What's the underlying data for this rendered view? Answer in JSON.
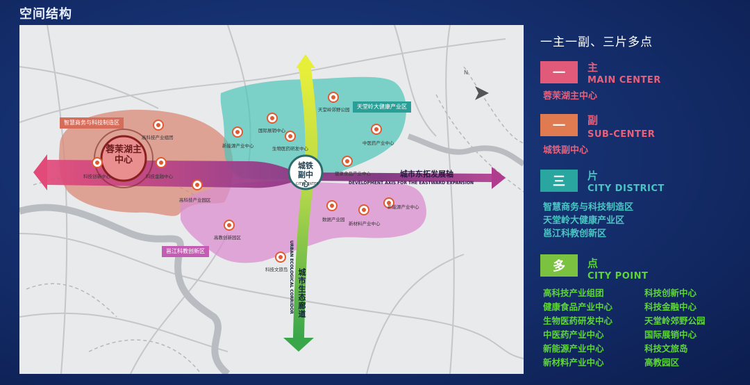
{
  "page": {
    "title": "空间结构"
  },
  "colors": {
    "main": "#e15a7a",
    "sub": "#e07a50",
    "district": "#2aa6a0",
    "point": "#7cc241",
    "point_text": "#5ed43a",
    "center_text": "#e8607a",
    "district_text": "#4bc4c4"
  },
  "legend": {
    "heading": "一主一副、三片多点",
    "main": {
      "box": "一",
      "cn": "主",
      "en": "MAIN CENTER",
      "value": "蓉茉湖主中心"
    },
    "sub": {
      "box": "一",
      "cn": "副",
      "en": "SUB-CENTER",
      "value": "城铁副中心"
    },
    "district": {
      "box": "三",
      "cn": "片",
      "en": "CITY DISTRICT",
      "values": [
        "智慧商务与科技制造区",
        "天堂岭大健康产业区",
        "邕江科教创新区"
      ]
    },
    "point": {
      "box": "多",
      "cn": "点",
      "en": "CITY POINT",
      "left": [
        "高科技产业组团",
        "健康食品产业中心",
        "生物医药研发中心",
        "中医药产业中心",
        "新能源产业中心",
        "新材料产业中心"
      ],
      "right": [
        "科技创新中心",
        "科技金融中心",
        "天堂岭郊野公园",
        "国际展销中心",
        "科技文旅岛",
        "高教园区"
      ]
    }
  },
  "map": {
    "main_center": "蓉茉湖主中心",
    "sub_center": "城铁副中心",
    "sub_center_en": "CITY CENTER",
    "axis_label": "城市东拓发展轴",
    "axis_sub": "DEVELOPMENT AXIS FOR THE EASTWARD EXPANSION",
    "corridor_label": "城市生态廊道",
    "corridor_sub": "URBAN ECOLOGICAL CORRIDOR",
    "north": "N",
    "districts": [
      "智慧商务与科技制造区",
      "天堂岭大健康产业区",
      "邕江科教创新区"
    ],
    "pois": [
      "高科技产业组团",
      "科技创新中心",
      "科技金融中心",
      "高科技产业园区",
      "天堂岭郊野公园",
      "国际展销中心",
      "新能源产业中心",
      "生物医药研发中心",
      "中医药产业中心",
      "健康食品产业中心",
      "数据产业园",
      "新材料产业中心",
      "新能源产业中心",
      "高教创新园区",
      "科技文旅岛"
    ]
  }
}
